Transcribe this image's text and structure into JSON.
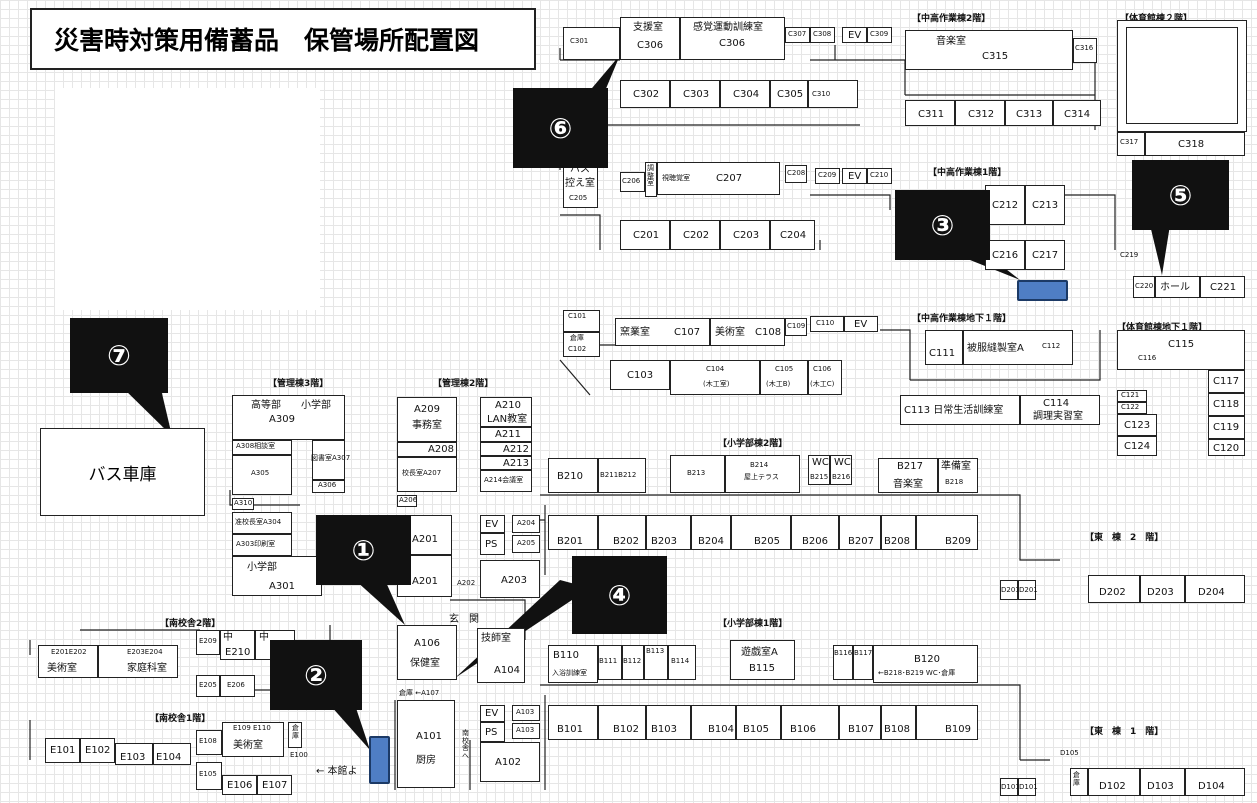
{
  "title": "災害時対策用備蓄品　保管場所配置図",
  "garage": "バス車庫",
  "callouts": [
    "⑥",
    "③",
    "⑤",
    "⑦",
    "①",
    "④",
    "②"
  ],
  "headers": {
    "k3": "【管理棟3階】",
    "k2": "【管理棟2階】",
    "n2": "【南校舎2階】",
    "n1": "【南校舎1階】",
    "c2": "【中高作業棟2階】",
    "c1": "【中高作業棟1階】",
    "cb": "【中高作業棟地下１階】",
    "t2": "【体育館棟２階】",
    "tb": "【体育館棟地下１階】",
    "s2": "【小学部棟2階】",
    "s1": "【小学部棟1階】",
    "e2": "【東　棟　2　階】",
    "e1": "【東　棟　1　階】"
  },
  "rooms": {
    "c301": "C301",
    "c306a": "支援室",
    "c306b": "C306",
    "c306c": "感覚運動訓練室",
    "c306d": "C306",
    "c307": "C307",
    "c308": "C308",
    "ev1": "EV",
    "c309": "C309",
    "ongaku": "音楽室",
    "c315": "C315",
    "c316": "C316",
    "c302": "C302",
    "c303": "C303",
    "c304": "C304",
    "c305": "C305",
    "c310": "C310",
    "c311": "C311",
    "c312": "C312",
    "c313": "C313",
    "c314": "C314",
    "c317": "C317",
    "c318": "C318",
    "bus1": "バス",
    "bus2": "控え室",
    "c205": "C205",
    "c206": "C206",
    "chosei": "調整室",
    "shicho": "視聴覚室",
    "c207": "C207",
    "c208": "C208",
    "c209": "C209",
    "ev2": "EV",
    "c210": "C210",
    "c201": "C201",
    "c202": "C202",
    "c203": "C203",
    "c204": "C204",
    "c212": "C212",
    "c213": "C213",
    "c216": "C216",
    "c217": "C217",
    "c219": "C219",
    "c220": "C220",
    "hall": "ホール",
    "c221": "C221",
    "c101": "C101",
    "soko1": "倉庫",
    "c102": "C102",
    "yogyo": "窯業室",
    "c107": "C107",
    "bijutsu1": "美術室",
    "c108": "C108",
    "c109": "C109",
    "c110": "C110",
    "ev3": "EV",
    "c111": "C111",
    "hifuku": "被服縫製室A",
    "c112": "C112",
    "c103": "C103",
    "c104": "C104",
    "mokko": "(木工室)",
    "c105": "C105",
    "mokkob": "(木工B)",
    "c106": "C106",
    "mokkoc": "(木工C)",
    "c113": "C113 日常生活訓練室",
    "c114": "C114",
    "chori": "調理実習室",
    "c115": "C115",
    "c116": "C116",
    "c117": "C117",
    "c121": "C121",
    "c122": "C122",
    "c118": "C118",
    "c123": "C123",
    "c119": "C119",
    "c124": "C124",
    "c120": "C120",
    "kotobu": "高等部",
    "shogakubu": "小学部",
    "a309": "A309",
    "a308": "A308相談室",
    "a305": "A305",
    "toshoshitsu": "図書室A307",
    "a306": "A306",
    "a310": "A310",
    "a304": "准校長室A304",
    "a303": "A303印刷室",
    "shogakubu2": "小学部",
    "a301": "A301",
    "a209": "A209",
    "jimu": "事務室",
    "a208": "A208",
    "a207": "校長室A207",
    "a206": "A206",
    "a201a": "A201",
    "a201b": "A201",
    "a202": "A202",
    "a210": "A210",
    "lan": "LAN教室",
    "a211": "A211",
    "a212": "A212",
    "a213": "A213",
    "a214": "A214会議室",
    "ev4": "EV",
    "ps1": "PS",
    "a204": "A204",
    "a205": "A205",
    "a203": "A203",
    "genkan": "玄　関",
    "a106": "A106",
    "hoken": "保健室",
    "gishi": "技師室",
    "a104": "A104",
    "soko2": "倉庫 ←A107",
    "a101": "A101",
    "chubo": "厨房",
    "nanko": "南校舎へ",
    "ev5": "EV",
    "ps2": "PS",
    "a103a": "A103",
    "a103b": "A103",
    "a102": "A102",
    "b210": "B210",
    "b211": "B211B212",
    "b213": "B213",
    "b214": "B214",
    "okujo": "屋上テラス",
    "wc1": "WC",
    "wc2": "WC",
    "b215": "B215",
    "b216": "B216",
    "b217": "B217",
    "ongaku2": "音楽室",
    "junbi": "準備室",
    "b218": "B218",
    "b201": "B201",
    "b202": "B202",
    "b203": "B203",
    "b204": "B204",
    "b205": "B205",
    "b206": "B206",
    "b207": "B207",
    "b208": "B208",
    "b209": "B209",
    "d201a": "D201",
    "d201b": "D201",
    "d202": "D202",
    "d203": "D203",
    "d204": "D204",
    "b110": "B110",
    "nyuyoku": "入浴訓練室",
    "b111": "B111",
    "b112": "B112",
    "b113": "B113",
    "b114": "B114",
    "yugi": "遊戯室A",
    "b115": "B115",
    "b116": "B116",
    "b117": "B117",
    "b120": "B120",
    "b120n": "←B218･B219 WC･倉庫",
    "b101": "B101",
    "b102": "B102",
    "b103": "B103",
    "b104": "B104",
    "b105": "B105",
    "b106": "B106",
    "b107": "B107",
    "b108": "B108",
    "b109": "B109",
    "d105": "D105",
    "d101a": "D101",
    "d101b": "D101",
    "soko3": "倉庫",
    "d102": "D102",
    "d103": "D103",
    "d104": "D104",
    "e209": "E209",
    "naka1": "中",
    "naka2": "中",
    "e210": "E210",
    "e201": "E201E202",
    "e203": "E203E204",
    "bijutsu2": "美術室",
    "katei": "家庭科室",
    "e205": "E205",
    "e206": "E206",
    "e109": "E109 E110",
    "e108": "E108",
    "bijutsu3": "美術室",
    "e100": "E100",
    "soko4": "倉庫",
    "e101": "E101",
    "e102": "E102",
    "e103": "E103",
    "e104": "E104",
    "e105": "E105",
    "e106": "E106",
    "e107": "E107",
    "honkan": "← 本館よ"
  }
}
